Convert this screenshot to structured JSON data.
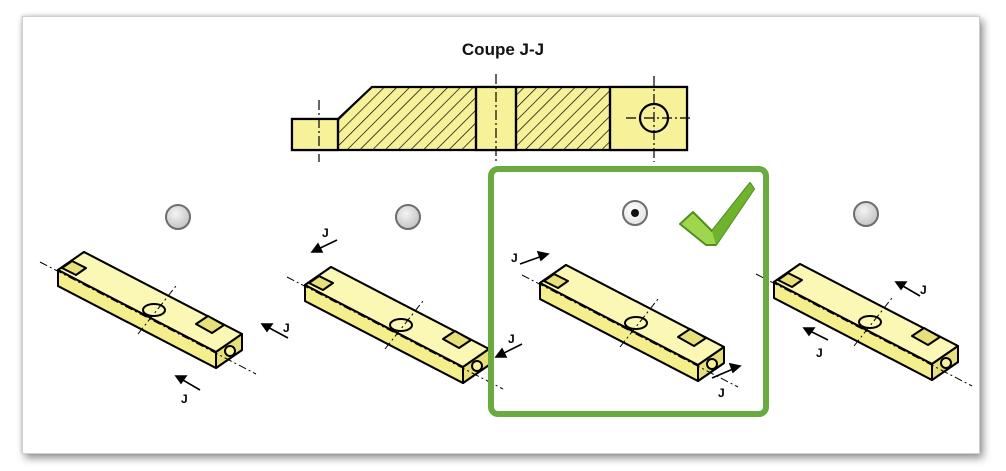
{
  "title": "Coupe J-J",
  "cut_label": "J",
  "options": [
    {
      "id": "option-1",
      "selected": false
    },
    {
      "id": "option-2",
      "selected": false
    },
    {
      "id": "option-3",
      "selected": true
    },
    {
      "id": "option-4",
      "selected": false
    }
  ],
  "correct_option": "option-3",
  "icons": {
    "correct": "checkmark-icon"
  },
  "colors": {
    "part_fill": "#f7f29a",
    "part_stroke": "#000000",
    "correct_border": "#6aab3f",
    "check_light": "#9ed64e",
    "check_dark": "#4e8f1e"
  }
}
